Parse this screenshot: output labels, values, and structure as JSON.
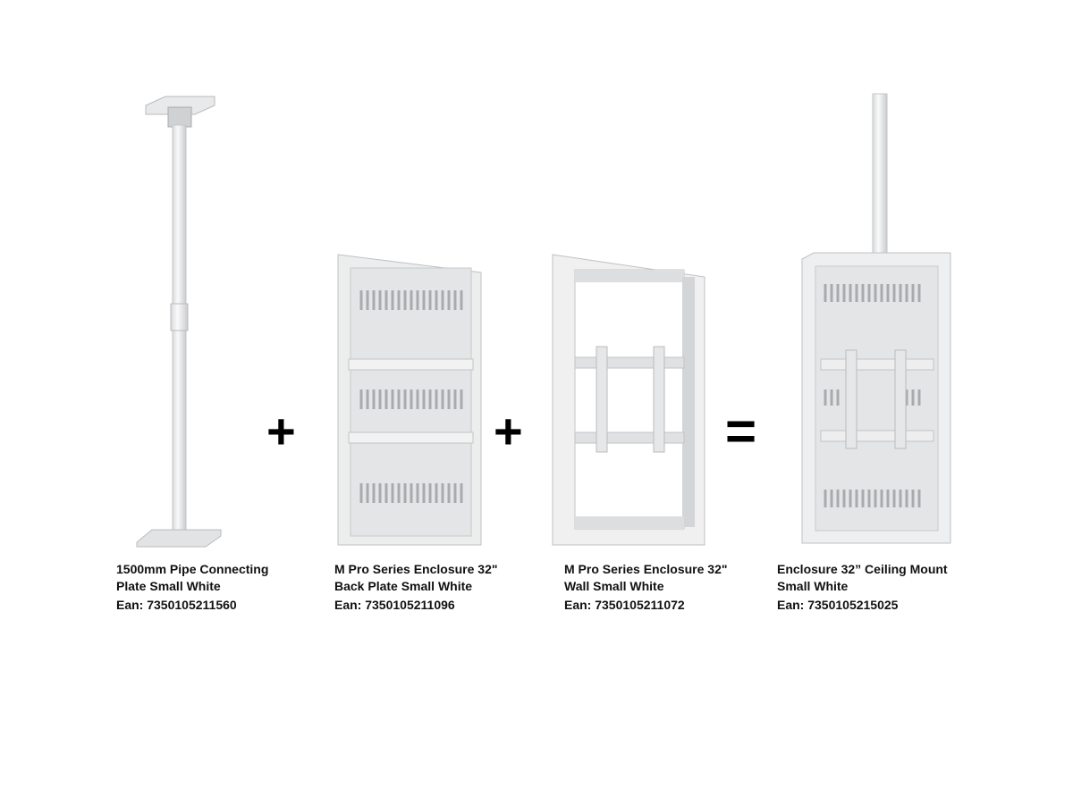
{
  "products": [
    {
      "line1": "1500mm Pipe Connecting",
      "line2": "Plate Small White",
      "ean": "Ean: 7350105211560"
    },
    {
      "line1": "M Pro Series Enclosure 32\"",
      "line2": "Back Plate Small White",
      "ean": "Ean: 7350105211096"
    },
    {
      "line1": "M Pro Series Enclosure 32\"",
      "line2": "Wall Small White",
      "ean": "Ean: 7350105211072"
    },
    {
      "line1": "Enclosure 32” Ceiling Mount",
      "line2": "Small White",
      "ean": "Ean: 7350105215025"
    }
  ],
  "operators": [
    "+",
    "+",
    "="
  ]
}
